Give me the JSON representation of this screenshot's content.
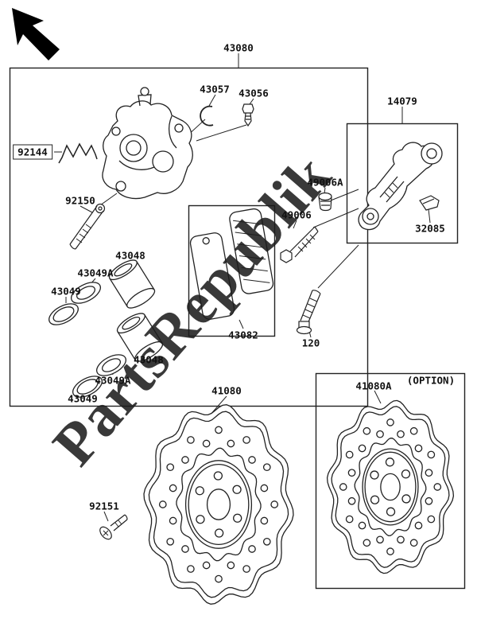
{
  "watermark": "PartsRepublik",
  "labels": {
    "assembly": "43080",
    "pad_clip": "43057",
    "bleed_valve": "43056",
    "caliper_bracket": "14079",
    "pad_spring": "92144",
    "caliper_pin": "92150",
    "cap": "49006A",
    "bolt_49006": "49006",
    "shim": "32085",
    "piston_upper": "43048",
    "dust_seal_upper": "43049A",
    "piston_seal_upper": "43049",
    "pad_set": "43082",
    "bolt_120": "120",
    "piston_lower": "43048",
    "dust_seal_lower": "43049A",
    "piston_seal_lower": "43049",
    "disc": "41080",
    "disc_optional": "41080A",
    "option_note": "(OPTION)",
    "disc_screw": "92151"
  }
}
